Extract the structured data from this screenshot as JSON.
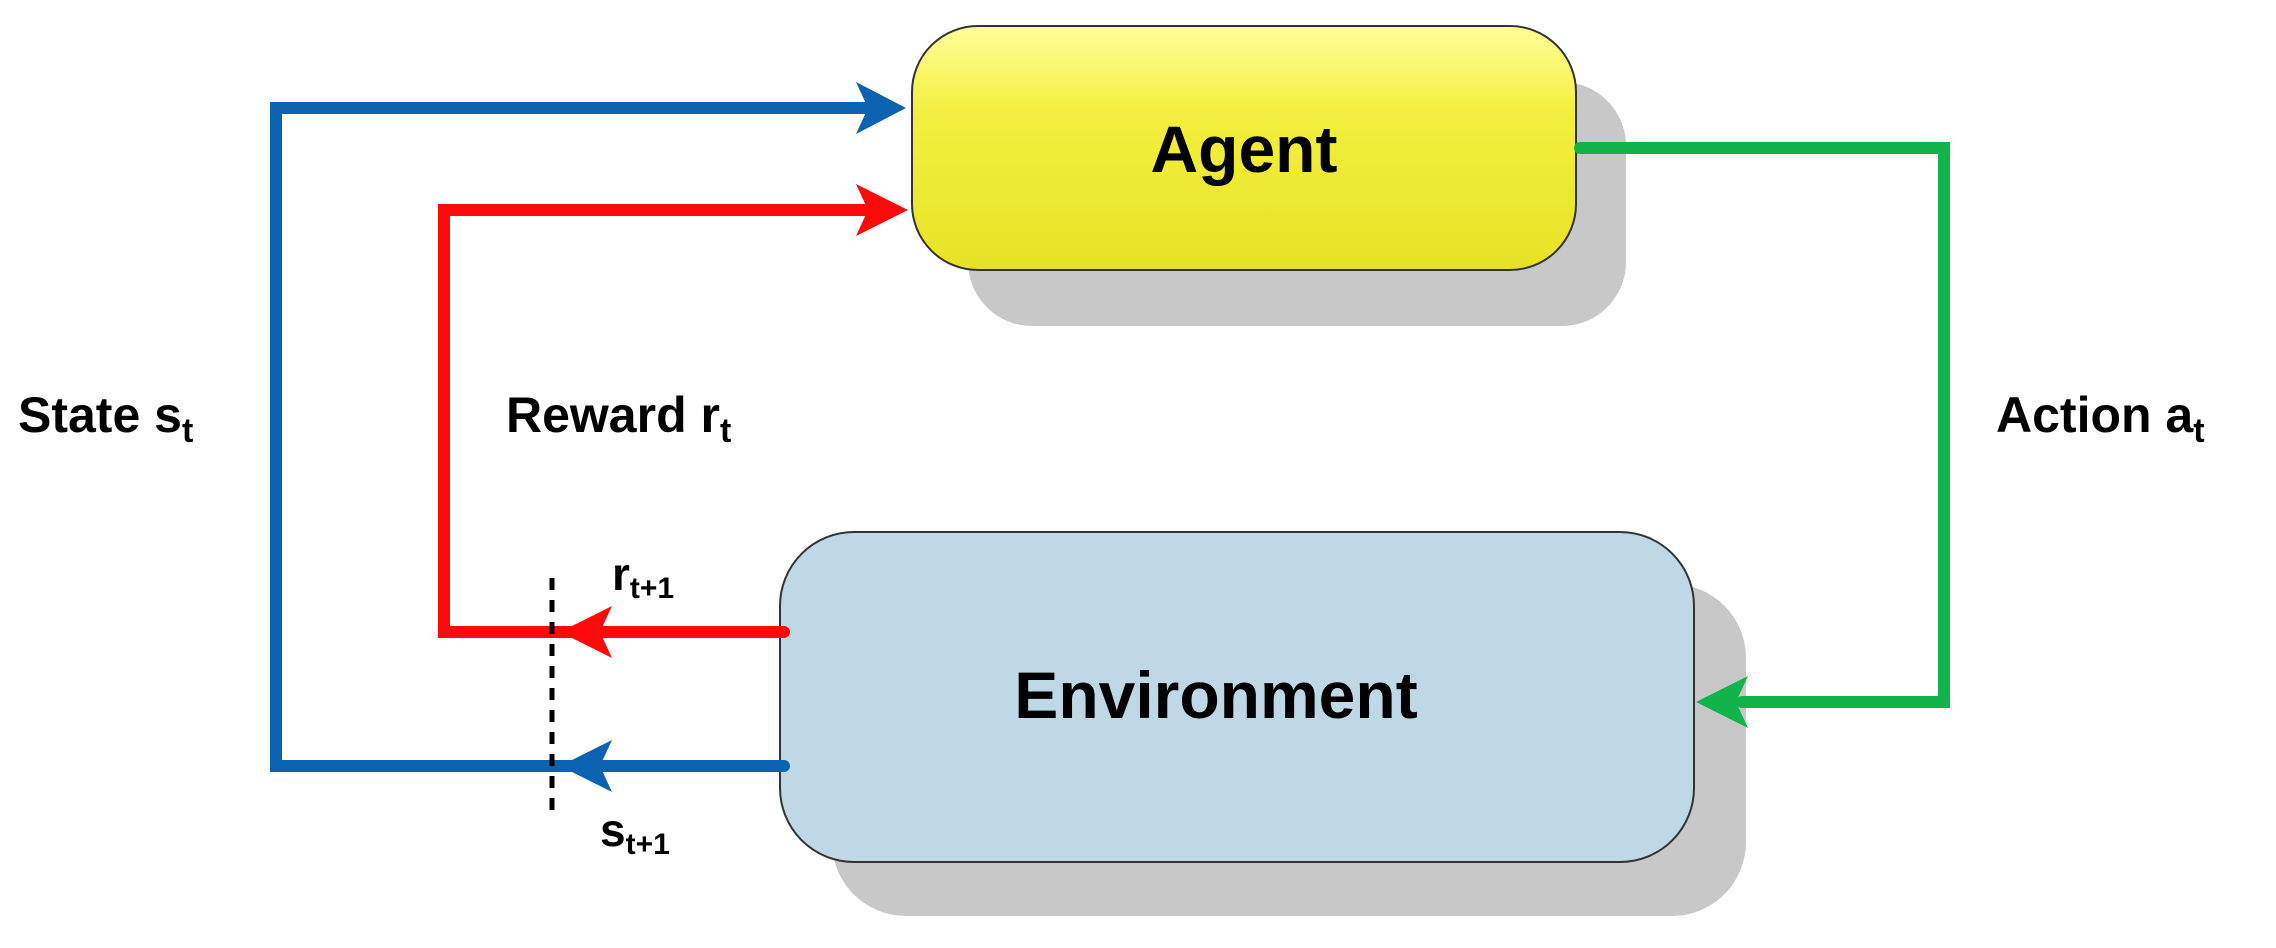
{
  "nodes": {
    "agent": {
      "label": "Agent",
      "fill": "#f0ec3a",
      "border": "#333333"
    },
    "environment": {
      "label": "Environment",
      "fill": "#bed8e6",
      "border": "#333333"
    }
  },
  "flows": {
    "state": {
      "base": "State s",
      "sub": "t",
      "color": "#0a62b0"
    },
    "reward": {
      "base": "Reward r",
      "sub": "t",
      "color": "#ff0a0a"
    },
    "action": {
      "base": "Action a",
      "sub": "t",
      "color": "#12b34a"
    },
    "next_reward": {
      "base": "r",
      "sub": "t+1"
    },
    "next_state": {
      "base": "s",
      "sub": "t+1"
    }
  },
  "colors": {
    "shadow": "#c8c8c8",
    "separator": "#000000"
  }
}
